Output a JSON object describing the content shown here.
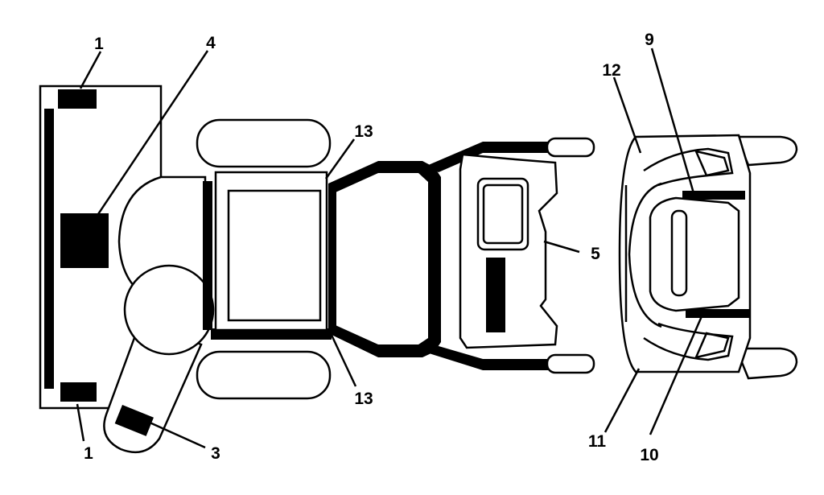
{
  "callouts": [
    {
      "id": "label-1-top",
      "text": "1"
    },
    {
      "id": "label-1-bottom",
      "text": "1"
    },
    {
      "id": "label-3",
      "text": "3"
    },
    {
      "id": "label-4",
      "text": "4"
    },
    {
      "id": "label-5",
      "text": "5"
    },
    {
      "id": "label-9",
      "text": "9"
    },
    {
      "id": "label-10",
      "text": "10"
    },
    {
      "id": "label-11",
      "text": "11"
    },
    {
      "id": "label-12",
      "text": "12"
    },
    {
      "id": "label-13-top",
      "text": "13"
    },
    {
      "id": "label-13-bottom",
      "text": "13"
    }
  ]
}
